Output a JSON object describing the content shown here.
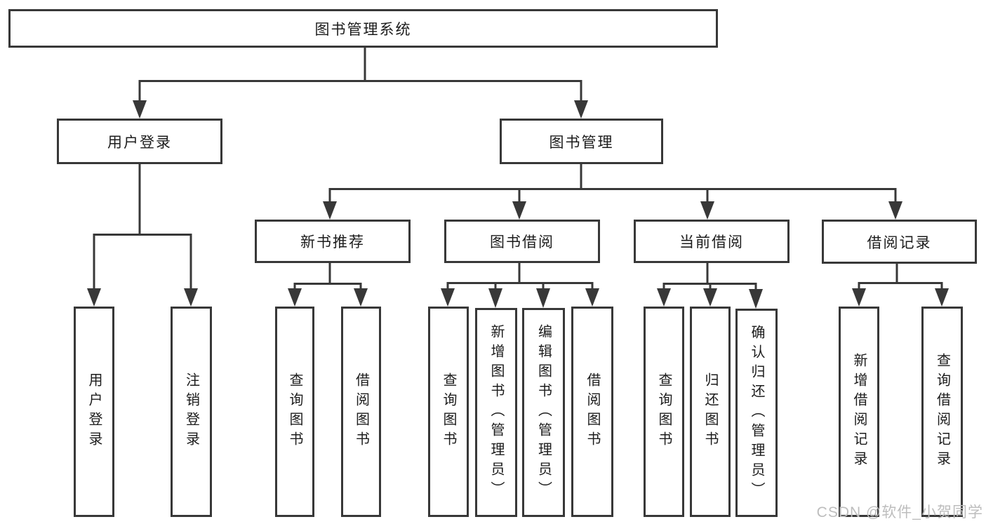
{
  "nodes": {
    "root": "图书管理系统",
    "user_login": "用户登录",
    "book_management": "图书管理",
    "new_book_recommend": "新书推荐",
    "book_borrow": "图书借阅",
    "current_borrow": "当前借阅",
    "borrow_records": "借阅记录",
    "ul_login": "用户登录",
    "ul_logout": "注销登录",
    "nr_query_books": "查询图书",
    "nr_borrow_books": "借阅图书",
    "bb_query_books": "查询图书",
    "bb_add_books_admin": "新增图书（管理员）",
    "bb_edit_books_admin": "编辑图书（管理员）",
    "bb_borrow_books": "借阅图书",
    "cb_query_books": "查询图书",
    "cb_return_books": "归还图书",
    "cb_confirm_return_admin": "确认归还（管理员）",
    "br_add_record": "新增借阅记录",
    "br_query_record": "查询借阅记录"
  },
  "watermark": "CSDN @软件_小贺同学",
  "colors": {
    "line": "#383838",
    "box_border": "#383838",
    "text": "#1c1c1c",
    "watermark": "#bdbdbd",
    "background": "#ffffff"
  }
}
